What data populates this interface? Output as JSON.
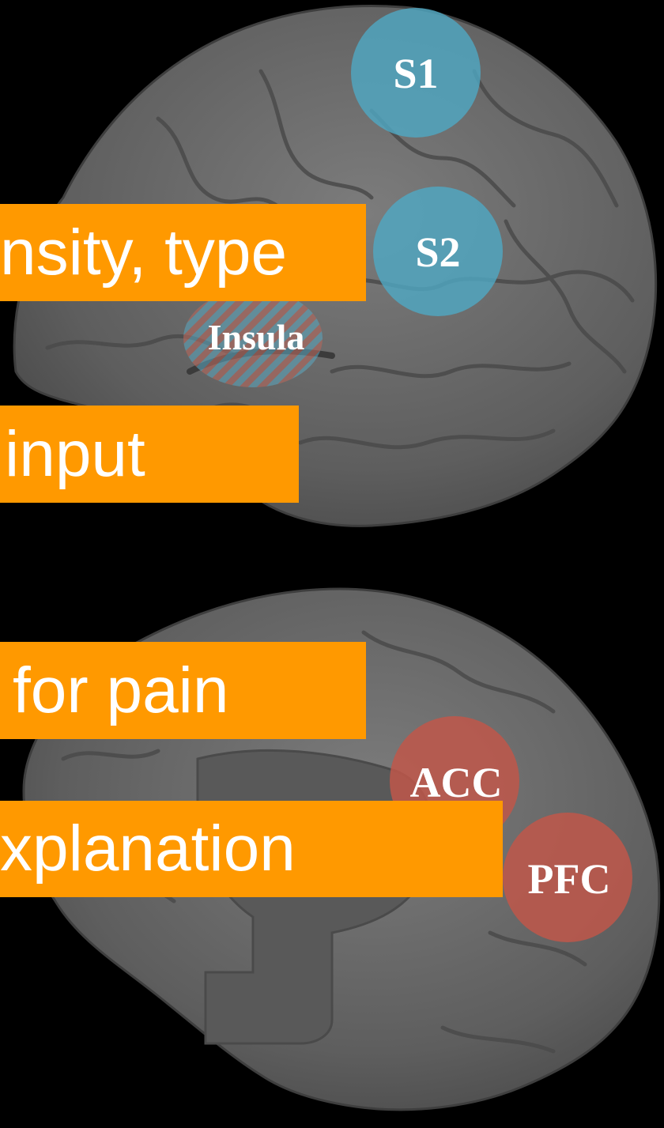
{
  "banners": [
    "nsity, type",
    "input",
    "for pain",
    "xplanation"
  ],
  "regions": {
    "s1": "S1",
    "s2": "S2",
    "insula": "Insula",
    "acc": "ACC",
    "pfc": "PFC"
  },
  "colors": {
    "background": "#000000",
    "banner": "#ff9900",
    "banner_text": "#ffffff",
    "brain": "#6b6b6b",
    "somatosensory": "#4fa9c4",
    "affective": "#c0574a"
  }
}
